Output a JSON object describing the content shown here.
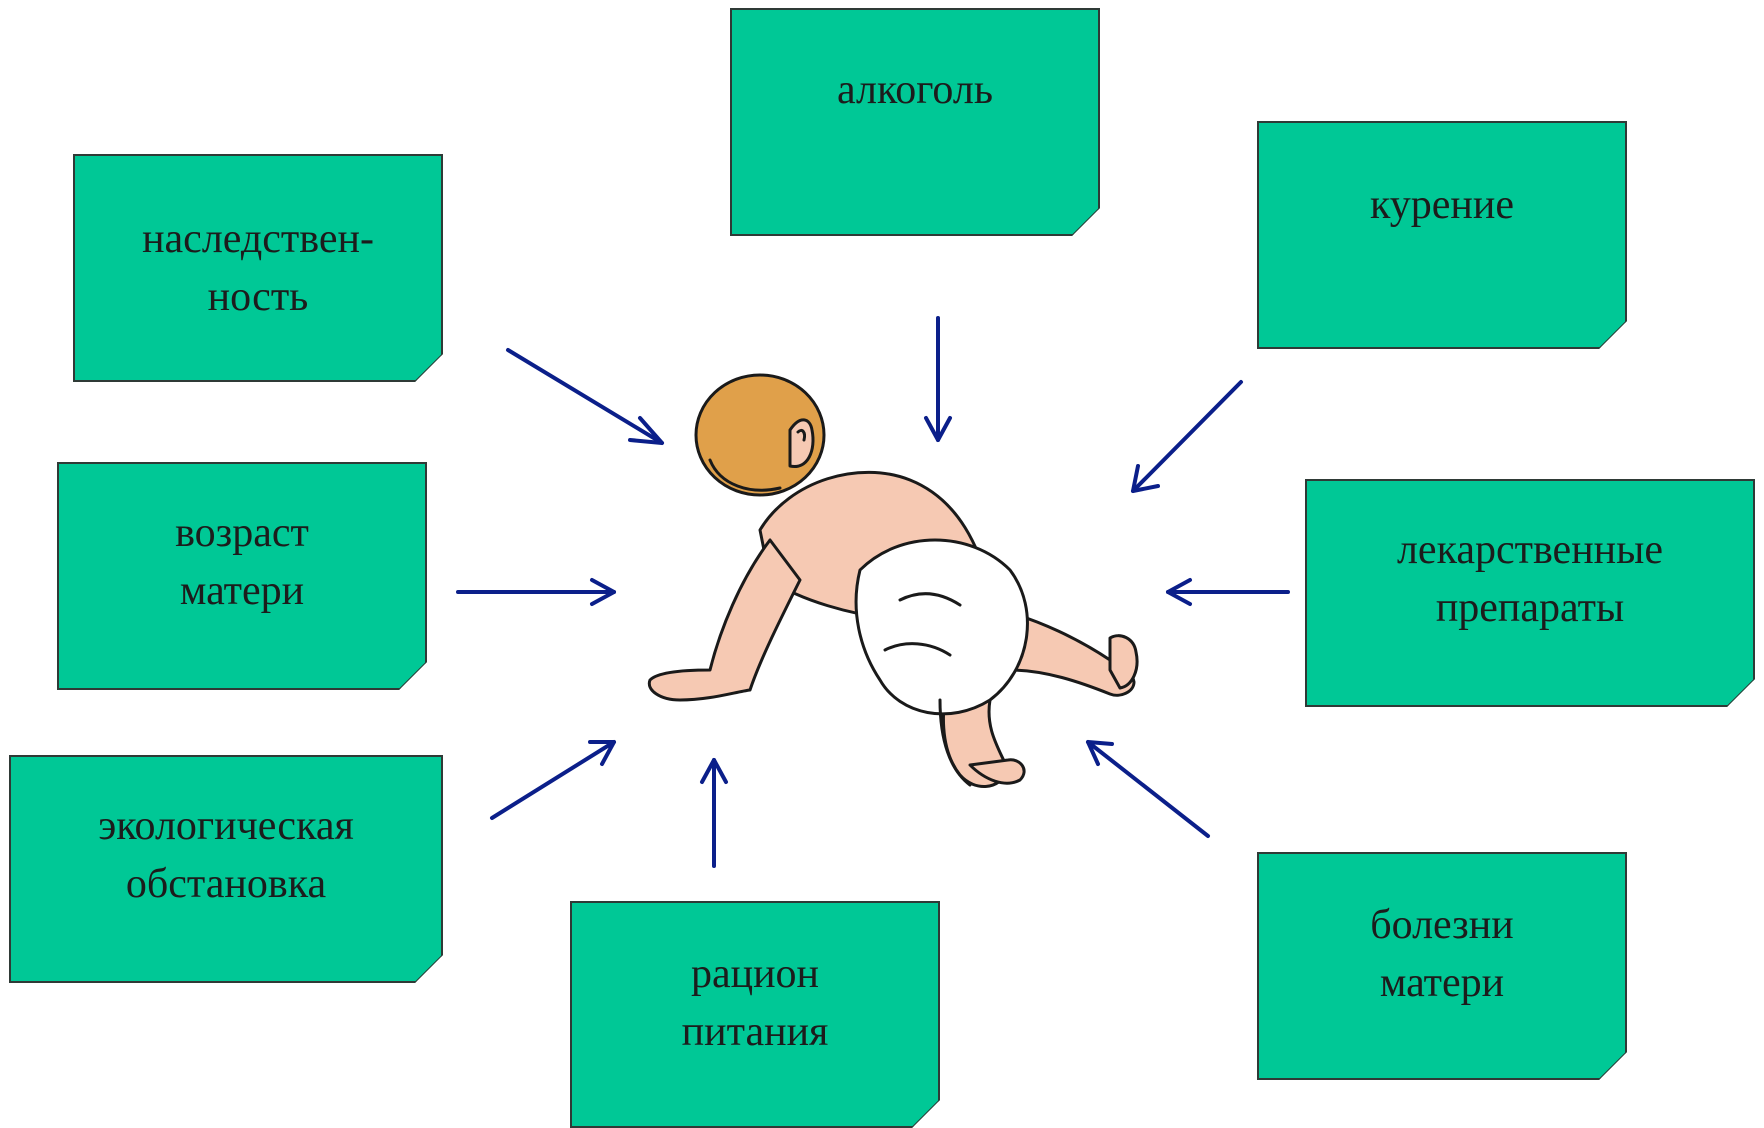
{
  "factors": {
    "heredity": "наследствен-\nность",
    "alcohol": "алкоголь",
    "smoking": "курение",
    "mother_age": "возраст\nматери",
    "medicines": "лекарственные\nпрепараты",
    "ecology": "экологическая\nобстановка",
    "diet": "рацион\nпитания",
    "mother_illness": "болезни\nматери"
  },
  "colors": {
    "box_fill": "#00c896",
    "box_border": "#2f3a36",
    "arrow": "#0b1f8a"
  },
  "center_icon": "crawling-baby-illustration"
}
